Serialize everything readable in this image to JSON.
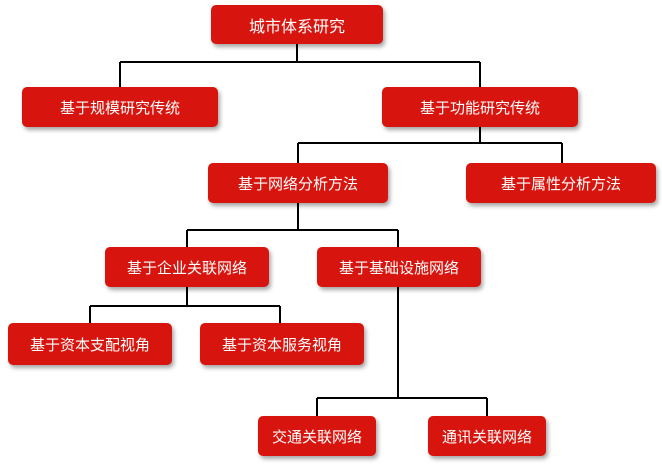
{
  "diagram": {
    "root": "城市体系研究",
    "scale_tradition": "基于规模研究传统",
    "function_tradition": "基于功能研究传统",
    "network_method": "基于网络分析方法",
    "attribute_method": "基于属性分析方法",
    "enterprise_network": "基于企业关联网络",
    "infrastructure_network": "基于基础设施网络",
    "capital_control": "基于资本支配视角",
    "capital_service": "基于资本服务视角",
    "traffic_network": "交通关联网络",
    "communication_network": "通讯关联网络"
  },
  "colors": {
    "node_fill": "#d7150e",
    "node_text": "#ffffff",
    "connector": "#000000"
  }
}
